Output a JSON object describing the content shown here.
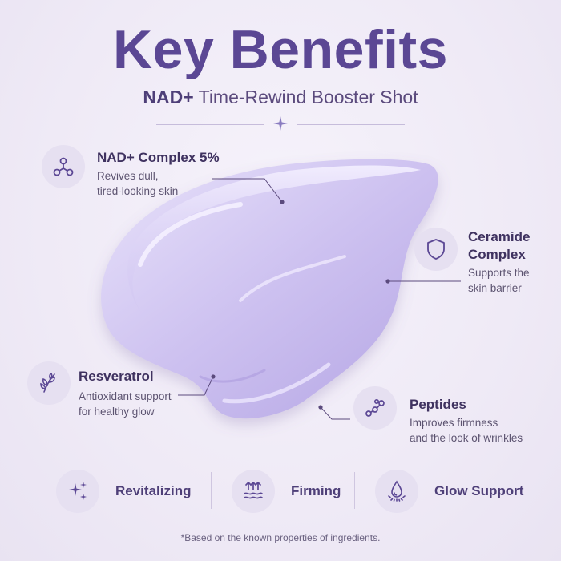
{
  "header": {
    "title": "Key Benefits",
    "subtitle_bold": "NAD+",
    "subtitle_rest": "Time-Rewind Booster Shot"
  },
  "benefits": [
    {
      "name": "NAD+ Complex 5%",
      "desc_line1": "Revives dull,",
      "desc_line2": "tired-looking skin",
      "icon": "molecule-icon"
    },
    {
      "name_line1": "Ceramide",
      "name_line2": "Complex",
      "desc_line1": "Supports the",
      "desc_line2": "skin barrier",
      "icon": "shield-icon"
    },
    {
      "name": "Resveratrol",
      "desc_line1": "Antioxidant support",
      "desc_line2": "for healthy glow",
      "icon": "leaf-icon"
    },
    {
      "name": "Peptides",
      "desc_line1": "Improves firmness",
      "desc_line2": "and the look of wrinkles",
      "icon": "peptide-chain-icon"
    }
  ],
  "features": [
    {
      "label": "Revitalizing",
      "icon": "sparkles-icon"
    },
    {
      "label": "Firming",
      "icon": "lift-waves-icon"
    },
    {
      "label": "Glow Support",
      "icon": "droplet-glow-icon"
    }
  ],
  "footnote": "*Based on the known properties of ingredients.",
  "colors": {
    "accent": "#5b4794",
    "cream": "#cfc4f0",
    "icon_bg": "#e6e0f1"
  }
}
